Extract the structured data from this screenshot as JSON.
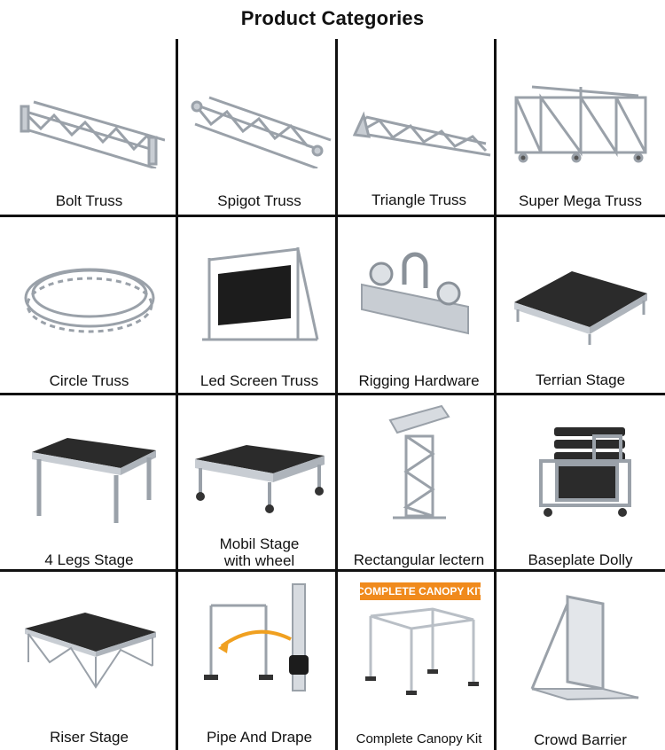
{
  "page_title": "Product Categories",
  "colors": {
    "text": "#111111",
    "divider": "#111111",
    "metal": "#b9bfc6",
    "stage_top": "#2b2b2b",
    "badge": "#f08a1c",
    "arrow": "#f0a020"
  },
  "categories": [
    {
      "label": "Bolt  Truss",
      "icon": "bolt-truss-image"
    },
    {
      "label": "Spigot Truss",
      "icon": "spigot-truss-image"
    },
    {
      "label": "Triangle Truss",
      "icon": "triangle-truss-image"
    },
    {
      "label": "Super Mega Truss",
      "icon": "super-mega-truss-image"
    },
    {
      "label": "Circle Truss",
      "icon": "circle-truss-image"
    },
    {
      "label": "Led Screen Truss",
      "icon": "led-screen-truss-image"
    },
    {
      "label": "Rigging Hardware",
      "icon": "rigging-hardware-image"
    },
    {
      "label": "Terrian Stage",
      "icon": "terrian-stage-image"
    },
    {
      "label": "4 Legs Stage",
      "icon": "four-legs-stage-image"
    },
    {
      "label_line1": "Mobil Stage",
      "label_line2": "with wheel",
      "icon": "mobil-stage-image"
    },
    {
      "label": "Rectangular lectern",
      "icon": "rectangular-lectern-image"
    },
    {
      "label": "Baseplate Dolly",
      "icon": "baseplate-dolly-image"
    },
    {
      "label": "Riser Stage",
      "icon": "riser-stage-image"
    },
    {
      "label": "Pipe And Drape",
      "icon": "pipe-and-drape-image"
    },
    {
      "label": "Complete Canopy Kit",
      "icon": "complete-canopy-kit-image",
      "badge": "COMPLETE CANOPY KIT"
    },
    {
      "label": "Crowd Barrier",
      "icon": "crowd-barrier-image"
    }
  ]
}
